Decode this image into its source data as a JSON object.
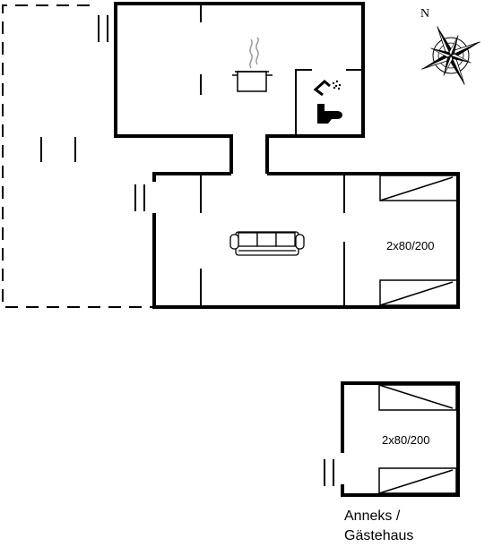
{
  "compass": {
    "north_label": "N"
  },
  "rooms": {
    "bedroom_main": {
      "bed_label": "2x80/200"
    },
    "annex_bedroom": {
      "bed_label": "2x80/200"
    }
  },
  "annex": {
    "caption_line1": "Anneks /",
    "caption_line2": "Gästehaus"
  },
  "icons": [
    "stove-pot-icon",
    "shower-icon",
    "toilet-icon",
    "sofa-icon",
    "compass-rose-icon"
  ]
}
